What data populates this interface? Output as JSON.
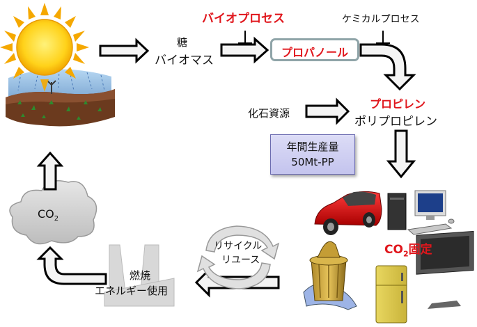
{
  "labels": {
    "sugar": "糖",
    "biomass": "バイオマス",
    "bioprocess": "バイオプロセス",
    "chemical_process": "ケミカルプロセス",
    "propanol": "プロパノール",
    "propylene": "プロピレン",
    "polypropylene": "ポリプロピレン",
    "fossil_resources": "化石資源",
    "annual_production_line1": "年間生産量",
    "annual_production_line2": "50Mt-PP",
    "co2_fixation_prefix": "CO",
    "co2_fixation_sub": "2",
    "co2_fixation_suffix": "固定",
    "cloud_co2_prefix": "CO",
    "cloud_co2_sub": "2",
    "recycle": "リサイクル",
    "reuse": "リユース",
    "combustion": "燃焼",
    "energy_use": "エネルギー使用"
  },
  "colors": {
    "accent_red": "#e0161c",
    "box_border": "#8fa4a8",
    "annual_box": "#c4c4ee"
  }
}
